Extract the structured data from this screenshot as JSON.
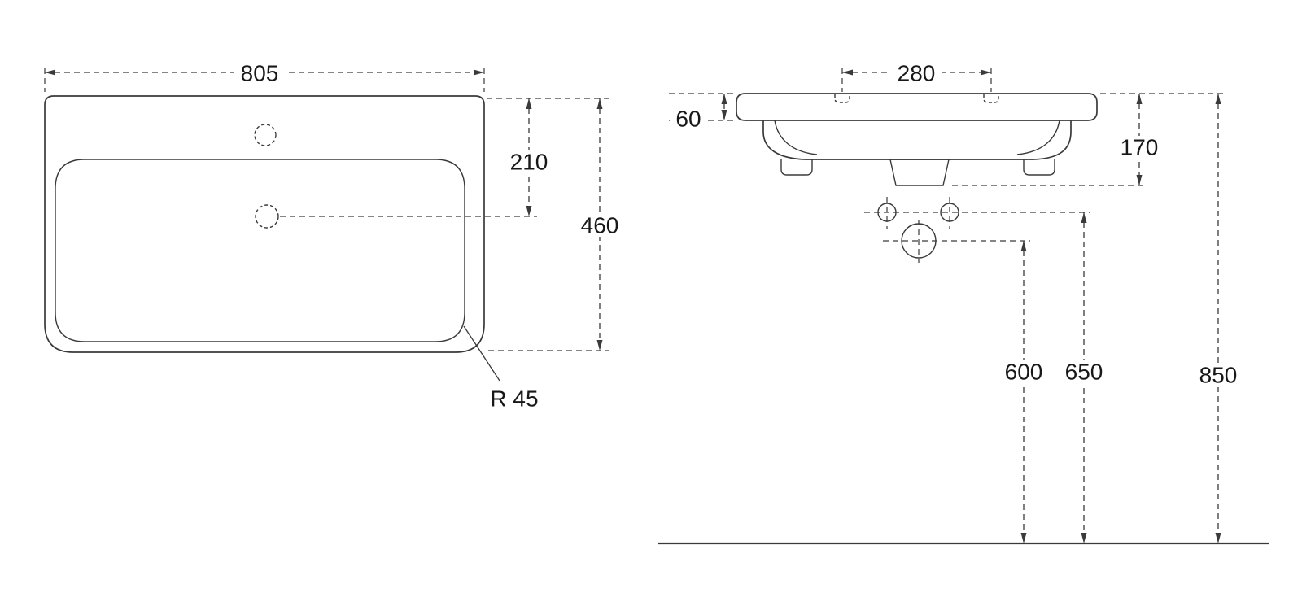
{
  "top_view": {
    "width": "805",
    "drain_offset": "210",
    "depth": "460",
    "radius": "R 45"
  },
  "front_view": {
    "hole_spacing": "280",
    "edge_thickness": "60",
    "body_height": "170",
    "waste_height": "600",
    "trap_height": "650",
    "rim_height": "850"
  },
  "colors": {
    "line": "#3a3a3a",
    "text": "#181818",
    "background": "#ffffff"
  }
}
